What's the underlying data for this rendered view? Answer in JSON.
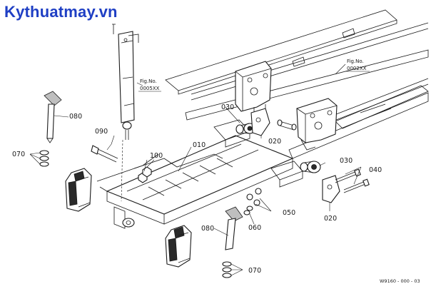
{
  "watermark": "Kythuatmay.vn",
  "drawing_code": "W9160 - 000 - 03",
  "fig_refs": [
    {
      "line1": "Fig.No.",
      "line2": "0005XX"
    },
    {
      "line1": "Fig.No.",
      "line2": "0002XX"
    }
  ],
  "callouts": {
    "c010": "010",
    "c020a": "020",
    "c020b": "020",
    "c030a": "030",
    "c030b": "030",
    "c040": "040",
    "c050": "050",
    "c060": "060",
    "c070a": "070",
    "c070b": "070",
    "c080a": "080",
    "c080b": "080",
    "c090": "090",
    "c100": "100"
  }
}
